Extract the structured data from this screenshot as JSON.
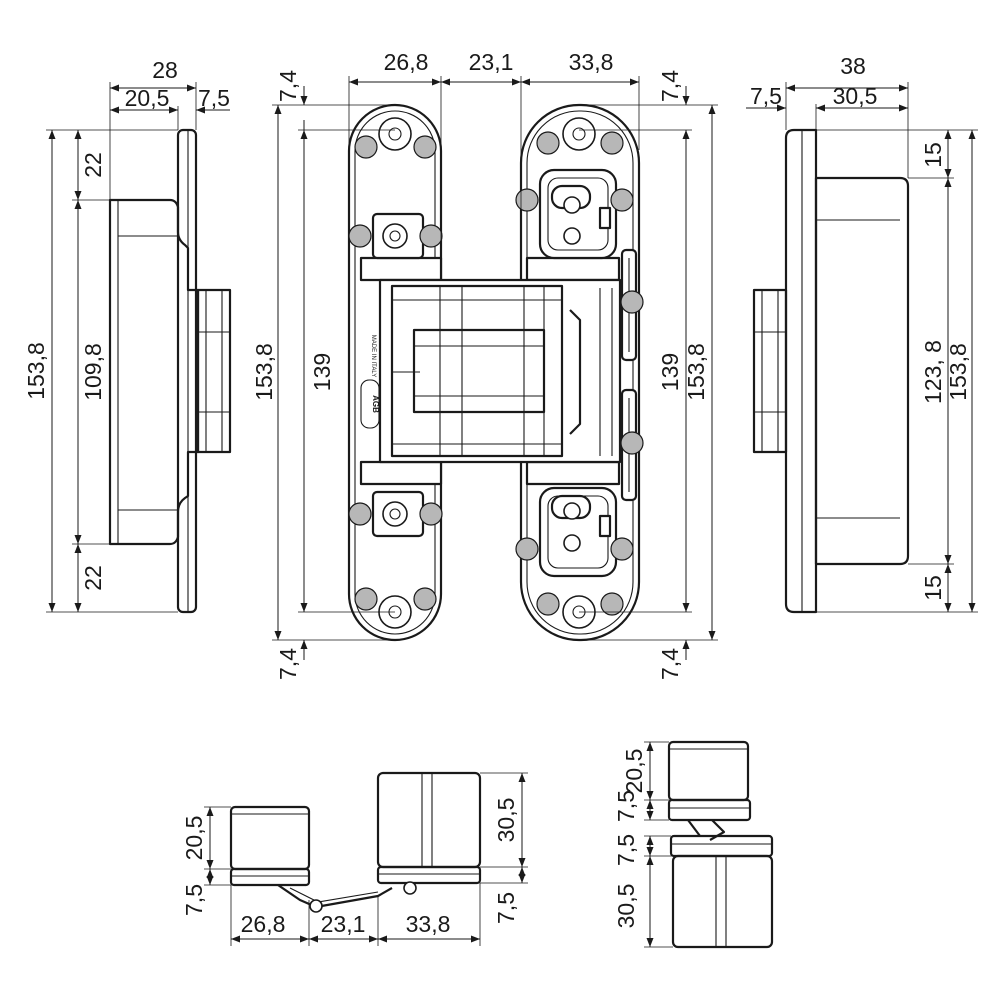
{
  "dimensions": {
    "side_left": {
      "total_width": "28",
      "width_body": "20,5",
      "width_plate": "7,5",
      "height_total": "153,8",
      "height_mid": "109,8",
      "height_top": "22",
      "height_bottom": "22"
    },
    "front_left": {
      "width": "26,8",
      "height_total": "153,8",
      "height_holes": "139",
      "offset_top": "7,4",
      "offset_bottom": "7,4"
    },
    "center": {
      "gap": "23,1"
    },
    "front_right": {
      "width": "33,8",
      "height_holes": "139",
      "height_total": "153,8",
      "offset_top": "7,4",
      "offset_bottom": "7,4"
    },
    "side_right": {
      "total_width": "38",
      "width_plate": "7,5",
      "width_body": "30,5",
      "height_top": "15",
      "height_mid": "123, 8",
      "height_total": "153,8",
      "height_bottom": "15"
    },
    "plan_view": {
      "left_body": "20,5",
      "left_plate": "7,5",
      "right_body": "30,5",
      "right_plate": "7,5",
      "width_left": "26,8",
      "width_center": "23,1",
      "width_right": "33,8"
    },
    "end_view": {
      "top_body": "20,5",
      "top_plate": "7,5",
      "bottom_plate": "7,5",
      "bottom_body": "30,5"
    }
  },
  "labels": {
    "made_in": "MADE IN ITALY",
    "brand": "AGB"
  }
}
